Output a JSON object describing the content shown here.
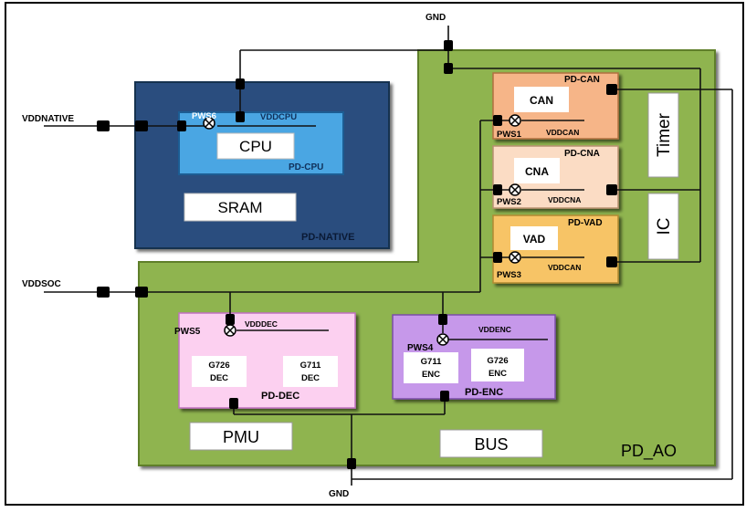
{
  "colors": {
    "pd_ao_fill": "#8fb44f",
    "pd_ao_edge": "#6b8c35",
    "pd_native_fill": "#2a4d7e",
    "pd_cpu_fill": "#4aa6e3",
    "pd_can_fill": "#f6b588",
    "pd_cna_fill": "#fbdcc4",
    "pd_vad_fill": "#f7c466",
    "pd_dec_fill": "#fcd0f0",
    "pd_enc_fill": "#c698ea",
    "wire": "#111111"
  },
  "labels": {
    "gnd_top": "GND",
    "gnd_bottom": "GND",
    "vddnative": "VDDNATIVE",
    "vddsoc": "VDDSOC",
    "pd_native": "PD-NATIVE",
    "pd_cpu": "PD-CPU",
    "cpu": "CPU",
    "sram": "SRAM",
    "pws6": "PWS6",
    "vddcpu": "VDDCPU",
    "pd_can": "PD-CAN",
    "can": "CAN",
    "pws1": "PWS1",
    "vddcan_1": "VDDCAN",
    "pd_cna": "PD-CNA",
    "cna": "CNA",
    "pws2": "PWS2",
    "vddcna": "VDDCNA",
    "pd_vad": "PD-VAD",
    "vad": "VAD",
    "pws3": "PWS3",
    "vddcan_3": "VDDCAN",
    "timer": "Timer",
    "ic": "IC",
    "pws5": "PWS5",
    "vdddec": "VDDDEC",
    "g726_dec_1": "G726",
    "g726_dec_2": "DEC",
    "g711_dec_1": "G711",
    "g711_dec_2": "DEC",
    "pd_dec": "PD-DEC",
    "pws4": "PWS4",
    "vddenc": "VDDENC",
    "g711_enc_1": "G711",
    "g711_enc_2": "ENC",
    "g726_enc_1": "G726",
    "g726_enc_2": "ENC",
    "pd_enc": "PD-ENC",
    "pmu": "PMU",
    "bus": "BUS",
    "pd_ao": "PD_AO"
  }
}
